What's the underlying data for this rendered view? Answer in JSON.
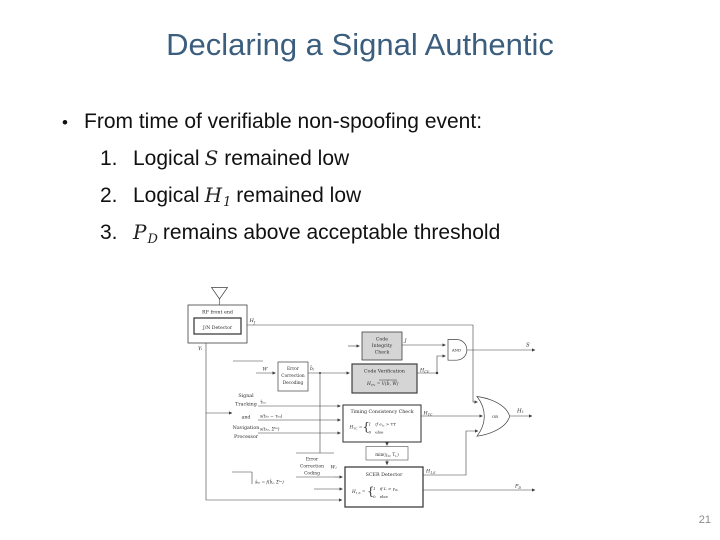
{
  "colors": {
    "title_blue": "#3b5e7e",
    "body_text": "#111111",
    "diagram_line": "#3f3f3f"
  },
  "slide": {
    "title": "Declaring a Signal Authentic",
    "bullet_glyph": "•",
    "bullet": "From time of verifiable non-spoofing event:",
    "items": [
      {
        "num": "1.",
        "pre": "Logical",
        "var": "S",
        "sub": "",
        "post": "remained low"
      },
      {
        "num": "2.",
        "pre": "Logical",
        "var": "H",
        "sub": "1",
        "post": "remained low"
      },
      {
        "num": "3.",
        "pre": "",
        "var": "P",
        "sub": "D",
        "post": "remains above acceptable threshold"
      }
    ],
    "page_number": "21"
  },
  "diagram": {
    "rf": {
      "title": "RF front end",
      "detector": "J/N Detector",
      "out_base": "H",
      "out_sub": "J",
      "down": "Yᵢ"
    },
    "tracking": {
      "l1": "Signal",
      "l2": "Tracking",
      "l3": "and",
      "l4": "Navigation",
      "l5": "Processor",
      "out1": "τ̂ₖₐ",
      "out2": "s(tₖₐ − τₖₐ)",
      "out3": "s(tₖₐ, Σᵏᵃ)"
    },
    "ecd": {
      "l1": "Error",
      "l2": "Correction",
      "l3": "Decoding",
      "in": "W′",
      "out": "b̂ⱼ"
    },
    "cic": {
      "l1": "Code",
      "l2": "Integrity",
      "l3": "Check",
      "out": "J"
    },
    "cv": {
      "title": "Code Verification",
      "eq_base": "H",
      "eq_sub": "CV",
      "eq_mid": " = ",
      "eq_rhs": "V(b̂, Ŵ)",
      "out_base": "H",
      "out_sub": "CV"
    },
    "tcc": {
      "title": "Timing Consistency Check",
      "eq_base": "H",
      "eq_sub": "TC",
      "eq_mid": " =",
      "brace": "{",
      "case1a": "1 if e",
      "case1_sub": "tc",
      "case1b": " > TT",
      "case2": "0 else",
      "out_base": "H",
      "out_sub": "TC"
    },
    "minbox": {
      "p1": "min(γ",
      "s1": "D",
      "p2": ", T",
      "s2": "L",
      "p3": ")"
    },
    "ecc": {
      "l1": "Error",
      "l2": "Correction",
      "l3": "Coding",
      "out": "Wⱼ"
    },
    "eq_bottom": "ŝₖₐ = f(b̂ⱼ, Σᵏᵃ)",
    "scer": {
      "title": "SCER Detector",
      "eq_base": "H",
      "eq_sub": "1,S",
      "eq_mid": " =",
      "brace": "{",
      "case1a": "1 if L > γ",
      "case1_sub": "th",
      "case1b": "",
      "case2": "0 else",
      "out1_base": "H",
      "out1_sub": "1,S",
      "out2_base": "P",
      "out2_sub": "D"
    },
    "and_label": "AND",
    "or_label": "OR",
    "s_out": "S",
    "h1_out": "H₁"
  }
}
